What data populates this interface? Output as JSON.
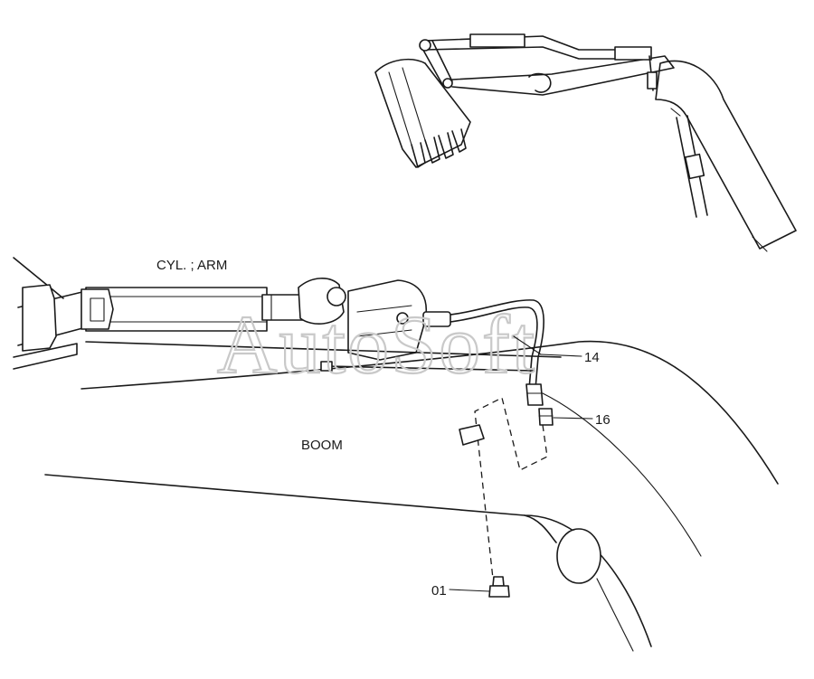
{
  "labels": {
    "cyl_arm": "CYL. ; ARM",
    "boom": "BOOM"
  },
  "callouts": [
    {
      "id": "14",
      "text": "14"
    },
    {
      "id": "16",
      "text": "16"
    },
    {
      "id": "01",
      "text": "01"
    }
  ],
  "watermark": "AutoSoft"
}
